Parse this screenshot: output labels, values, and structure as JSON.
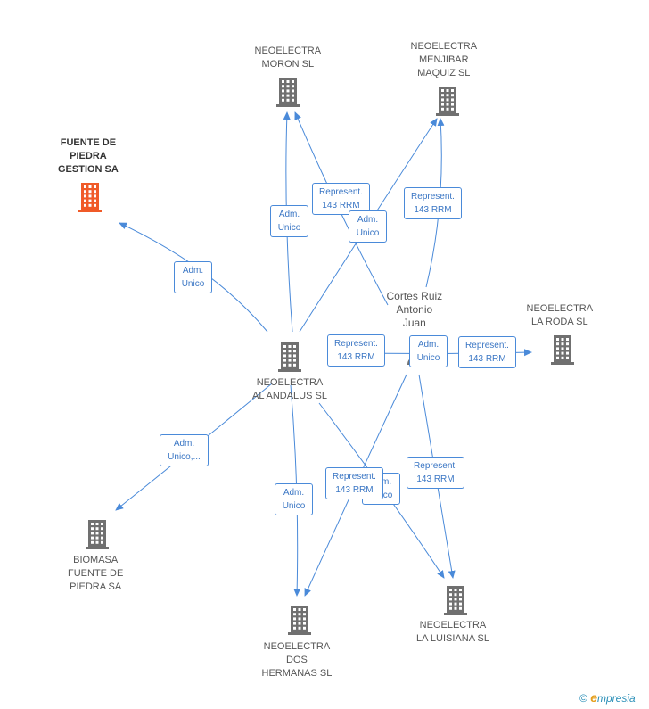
{
  "nodes": [
    {
      "id": "neoelectra-moron",
      "lines": [
        "NEOELECTRA",
        "MORON SL"
      ],
      "kind": "company"
    },
    {
      "id": "neoelectra-menjibar",
      "lines": [
        "NEOELECTRA",
        "MENJIBAR",
        "MAQUIZ SL"
      ],
      "kind": "company"
    },
    {
      "id": "fuente-de-piedra",
      "lines": [
        "FUENTE DE",
        "PIEDRA",
        "GESTION SA"
      ],
      "kind": "company-highlight"
    },
    {
      "id": "cortes-ruiz",
      "lines": [
        "Cortes Ruiz",
        "Antonio",
        "Juan"
      ],
      "kind": "person"
    },
    {
      "id": "neoelectra-la-roda",
      "lines": [
        "NEOELECTRA",
        "LA RODA SL"
      ],
      "kind": "company"
    },
    {
      "id": "neoelectra-al-andalus",
      "lines": [
        "NEOELECTRA",
        "AL ANDALUS SL"
      ],
      "kind": "company"
    },
    {
      "id": "biomasa",
      "lines": [
        "BIOMASA",
        "FUENTE DE",
        "PIEDRA SA"
      ],
      "kind": "company"
    },
    {
      "id": "neoelectra-la-luisiana",
      "lines": [
        "NEOELECTRA",
        "LA LUISIANA SL"
      ],
      "kind": "company"
    },
    {
      "id": "neoelectra-dos-hermanas",
      "lines": [
        "NEOELECTRA",
        "DOS",
        "HERMANAS SL"
      ],
      "kind": "company"
    }
  ],
  "edge_labels": [
    {
      "id": "e1",
      "lines": [
        "Represent.",
        "143 RRM"
      ]
    },
    {
      "id": "e2",
      "lines": [
        "Represent.",
        "143 RRM"
      ]
    },
    {
      "id": "e3",
      "lines": [
        "Adm.",
        "Unico"
      ]
    },
    {
      "id": "e4",
      "lines": [
        "Adm.",
        "Unico"
      ]
    },
    {
      "id": "e5",
      "lines": [
        "Adm.",
        "Unico"
      ]
    },
    {
      "id": "e6",
      "lines": [
        "Represent.",
        "143 RRM"
      ]
    },
    {
      "id": "e7",
      "lines": [
        "Adm.",
        "Unico"
      ]
    },
    {
      "id": "e8",
      "lines": [
        "Represent.",
        "143 RRM"
      ]
    },
    {
      "id": "e9",
      "lines": [
        "Adm.",
        "Unico,..."
      ]
    },
    {
      "id": "e10",
      "lines": [
        "Represent.",
        "143 RRM"
      ]
    },
    {
      "id": "e11",
      "lines": [
        "Represent.",
        "143 RRM"
      ]
    },
    {
      "id": "e12",
      "lines": [
        "Adm.",
        "Unico"
      ]
    },
    {
      "id": "e13",
      "lines": [
        "Adm.",
        "Unico"
      ]
    }
  ],
  "colors": {
    "edge": "#4a8ad9",
    "icon": "#707070",
    "highlight": "#f05a28"
  },
  "watermark": {
    "copyright": "©",
    "brand_initial": "e",
    "brand_rest": "mpresia"
  }
}
